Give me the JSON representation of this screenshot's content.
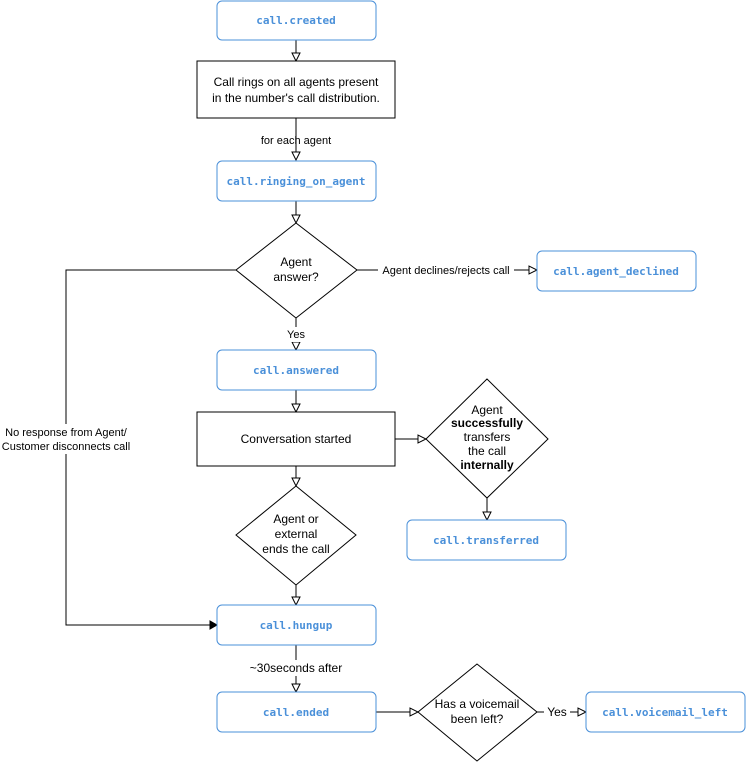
{
  "events": {
    "created": "call.created",
    "ringing_on_agent": "call.ringing_on_agent",
    "agent_declined": "call.agent_declined",
    "answered": "call.answered",
    "transferred": "call.transferred",
    "hungup": "call.hungup",
    "ended": "call.ended",
    "voicemail_left": "call.voicemail_left"
  },
  "processes": {
    "rings_line1": "Call rings on all agents present",
    "rings_line2": "in the number's call distribution.",
    "conversation": "Conversation started"
  },
  "decisions": {
    "agent_answer_line1": "Agent",
    "agent_answer_line2": "answer?",
    "transfer_line1": "Agent",
    "transfer_line2": "successfully",
    "transfer_line3": "transfers",
    "transfer_line4": "the call",
    "transfer_line5": "internally",
    "ends_line1": "Agent or",
    "ends_line2": "external",
    "ends_line3": "ends the call",
    "voicemail_line1": "Has a voicemail",
    "voicemail_line2": "been left?"
  },
  "edge_labels": {
    "for_each_agent": "for each agent",
    "declines": "Agent declines/rejects call",
    "yes_answer": "Yes",
    "no_response_line1": "No response from Agent/",
    "no_response_line2": "Customer disconnects call",
    "after_30s": "~30seconds after",
    "yes_voicemail": "Yes"
  }
}
